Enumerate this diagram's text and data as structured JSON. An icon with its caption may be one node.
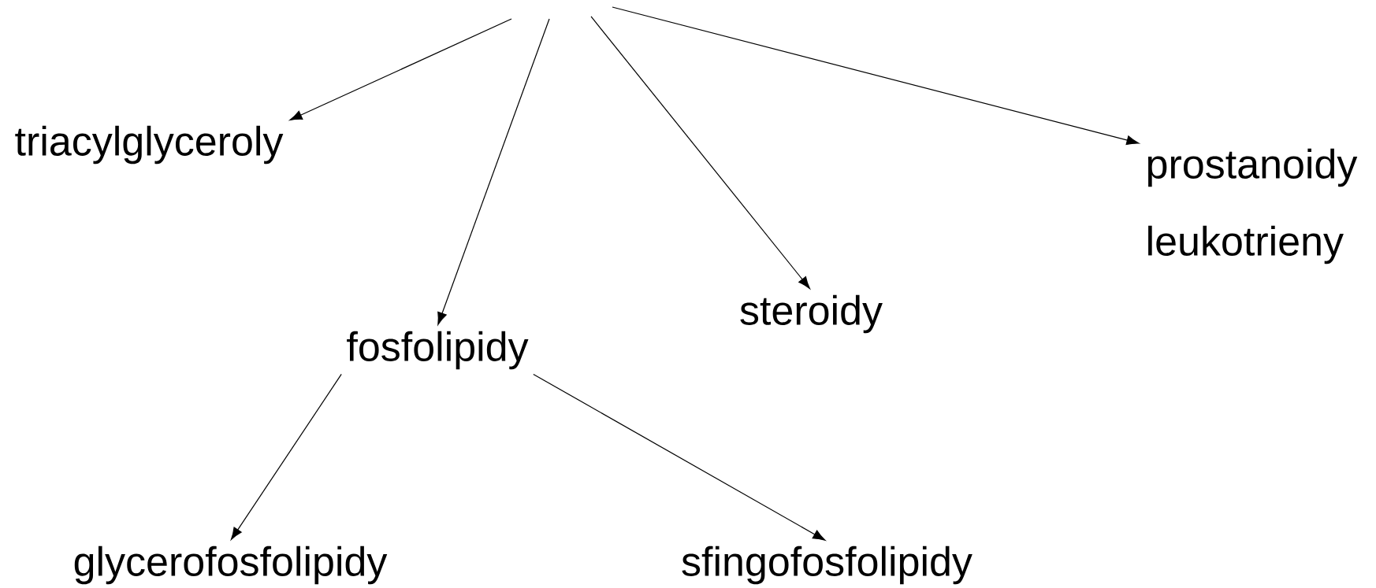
{
  "diagram": {
    "nodes": [
      {
        "text": [
          "triacylglyceroly"
        ]
      },
      {
        "text": [
          "fosfolipidy"
        ]
      },
      {
        "text": [
          "steroidy"
        ]
      },
      {
        "text": [
          "prostanoidy",
          "leukotrieny"
        ]
      },
      {
        "text": [
          "glycerofosfolipidy"
        ]
      },
      {
        "text": [
          "sfingofosfolipidy"
        ]
      }
    ],
    "edges": [
      {
        "from": null,
        "to": 0,
        "arrow": "to"
      },
      {
        "from": null,
        "to": 1,
        "arrow": "to"
      },
      {
        "from": null,
        "to": 2,
        "arrow": "to"
      },
      {
        "from": null,
        "to": 3,
        "arrow": "to"
      },
      {
        "from": 1,
        "to": 4,
        "arrow": "to"
      },
      {
        "from": 1,
        "to": 5,
        "arrow": "to"
      }
    ]
  }
}
